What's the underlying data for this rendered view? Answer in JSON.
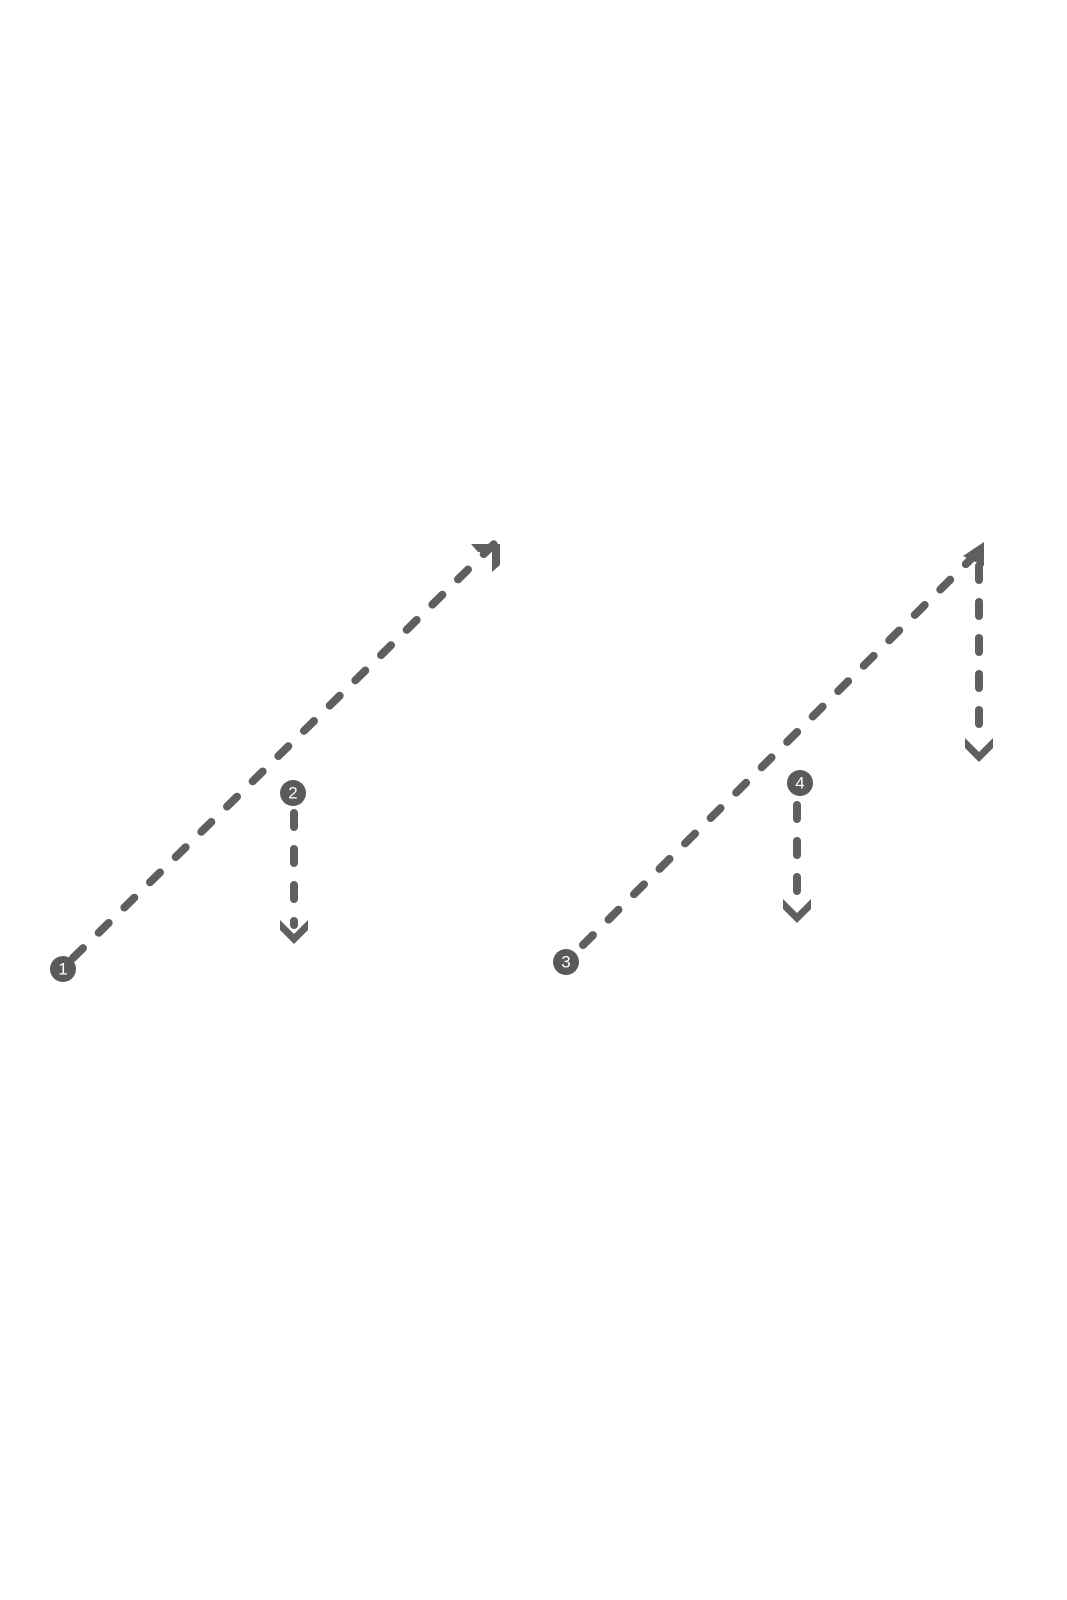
{
  "colors": {
    "stroke": "#5f5f5f",
    "marker_fill": "#5a5a5a",
    "marker_text": "#ffffff",
    "background": "#ffffff"
  },
  "markers": [
    {
      "id": "marker-1",
      "label": "1"
    },
    {
      "id": "marker-2",
      "label": "2"
    },
    {
      "id": "marker-3",
      "label": "3"
    },
    {
      "id": "marker-4",
      "label": "4"
    }
  ]
}
